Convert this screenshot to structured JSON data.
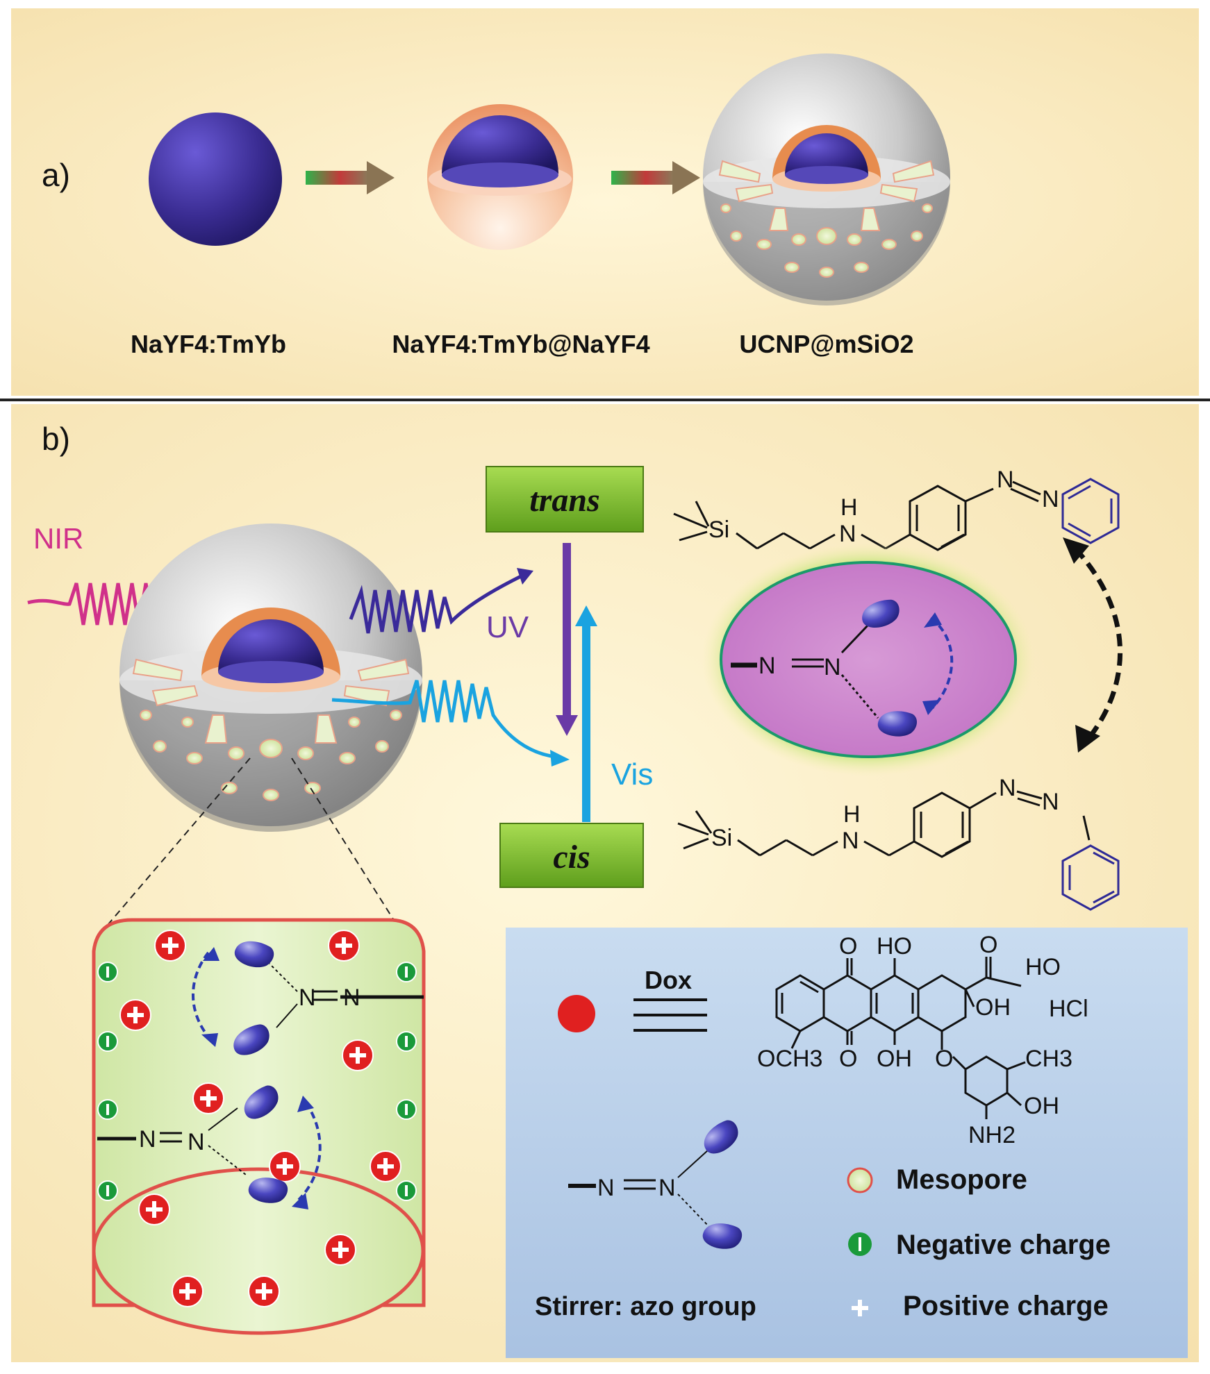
{
  "panel_a": {
    "label": "a)",
    "captions": {
      "core": "NaYF4:TmYb",
      "core_shell": "NaYF4:TmYb@NaYF4",
      "mesoporous": "UCNP@mSiO2"
    }
  },
  "panel_b": {
    "label": "b)",
    "nir": "NIR",
    "uv": "UV",
    "vis": "Vis",
    "trans": "trans",
    "cis": "cis",
    "chem": {
      "si": "Si",
      "h": "H",
      "n": "N",
      "n_eq_n": "N=N"
    },
    "legend": {
      "dox_label": "Dox",
      "dox_groups": {
        "o_top_left": "O",
        "ho_top": "HO",
        "o_ketone": "O",
        "ho_right": "HO",
        "oh_right": "OH",
        "hcl": "HCl",
        "och3": "OCH3",
        "o_bottom": "O",
        "oh_bottom": "OH",
        "o_sugar": "O",
        "ch3": "CH3",
        "oh_sugar": "OH",
        "nh2": "NH2"
      },
      "mesopore": "Mesopore",
      "negative": "Negative charge",
      "positive": "Positive charge",
      "stirrer": "Stirrer: azo group"
    }
  },
  "colors": {
    "panel_bg": "#fbefc8",
    "core": "#3b2f8f",
    "shell": "#f2a86a",
    "silica": "#9a9a9a",
    "nir": "#d0308a",
    "uv": "#6a3aa6",
    "vis": "#1aa3e0",
    "box_green": "#7cbf2a",
    "legend_bg": "#b8cfe8",
    "pore_fill": "#d9ecb4",
    "pore_border": "#e0504a",
    "azo_blue": "#2e2a96",
    "dox_red": "#e02020",
    "neg_green": "#1a9a3a"
  }
}
